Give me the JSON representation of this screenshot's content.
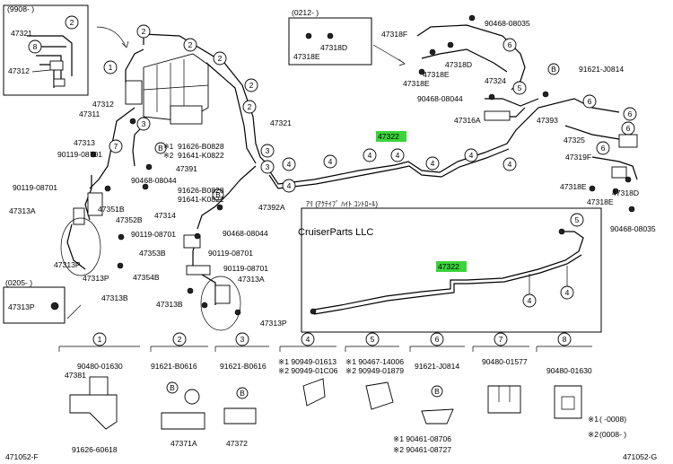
{
  "diagram": {
    "watermark": "CruiserParts LLC",
    "footer_left": "471052-F",
    "footer_right": "471052-G",
    "inset_top_left": {
      "date": "(9908-     )",
      "callouts": [
        "2",
        "8"
      ],
      "labels": [
        "47321",
        "47312"
      ]
    },
    "inset_0212": {
      "date": "(0212-      )",
      "labels": [
        "47318D",
        "47318E"
      ]
    },
    "inset_0205": {
      "date": "(0205-      )",
      "labels": [
        "47313P"
      ]
    },
    "active_control_box": {
      "title": "ｱﾘ (ｱｸﾃｲﾌﾞ  ﾊｲﾄ  ｺﾝﾄﾛｰﾙ)",
      "highlighted_part": "47322",
      "callouts": [
        "5",
        "4",
        "4"
      ]
    },
    "highlighted_part_main": "47322",
    "main_labels": [
      "47321",
      "47312",
      "47311",
      "47313",
      "90119-08701",
      "90468-08044",
      "91626-B0828",
      "91641-K0822",
      "47391",
      "90119-08701",
      "47313A",
      "47351B",
      "47352B",
      "47313P",
      "47313P",
      "90119-08701",
      "47313B",
      "47353B",
      "90119-08701",
      "47354B",
      "90119-08701",
      "47313A",
      "47313B",
      "47313P",
      "47314",
      "47392A",
      "90468-08044",
      "91626-B0828",
      "91641-K0822",
      "47318F",
      "90468-08035",
      "47318D",
      "47318E",
      "47318E",
      "47324",
      "91621-J0814",
      "90468-08044",
      "47316A",
      "47393",
      "47325",
      "47319F",
      "47318E",
      "47318D",
      "47318E",
      "90468-08035"
    ],
    "legend_marks": [
      "※1",
      "※2"
    ],
    "legend": [
      {
        "mark": "※1",
        "text": "(          -0008)"
      },
      {
        "mark": "※2",
        "text": "(0008-          )"
      }
    ],
    "parts_legend": [
      {
        "num": "1",
        "parts": [
          "90480-01630",
          "47381",
          "91626-60618"
        ]
      },
      {
        "num": "2",
        "parts": [
          "91621-B0616",
          "47371A"
        ]
      },
      {
        "num": "3",
        "parts": [
          "91621-B0616",
          "47372"
        ]
      },
      {
        "num": "4",
        "parts": [
          "※1 90949-01613",
          "※2 90949-01C06"
        ]
      },
      {
        "num": "5",
        "parts": [
          "※1 90467-14006",
          "※2 90949-01879"
        ]
      },
      {
        "num": "6",
        "parts": [
          "91621-J0814",
          "※1 90461-08706",
          "※2 90461-08727"
        ]
      },
      {
        "num": "7",
        "parts": [
          "90480-01577"
        ]
      },
      {
        "num": "8",
        "parts": [
          "90480-01630"
        ]
      }
    ],
    "pipe_callouts": [
      "1",
      "2",
      "2",
      "2",
      "2",
      "2",
      "3",
      "3",
      "3",
      "4",
      "4",
      "4",
      "4",
      "4",
      "4",
      "4",
      "4",
      "5",
      "6",
      "6",
      "6",
      "6",
      "6",
      "7"
    ]
  }
}
